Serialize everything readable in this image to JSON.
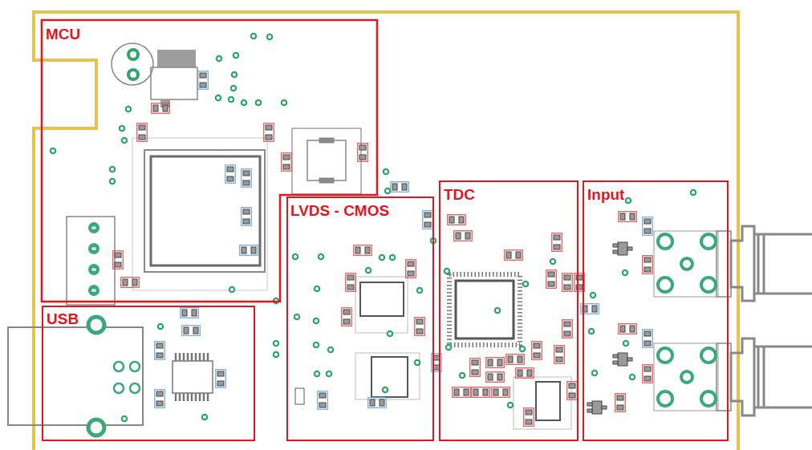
{
  "diagram": {
    "nodes": [
      {
        "text": [
          "MCU"
        ]
      },
      {
        "text": [
          "USB"
        ]
      },
      {
        "text": [
          "LVDS - CMOS"
        ]
      },
      {
        "text": [
          "TDC"
        ]
      },
      {
        "text": [
          "Input"
        ]
      }
    ]
  }
}
